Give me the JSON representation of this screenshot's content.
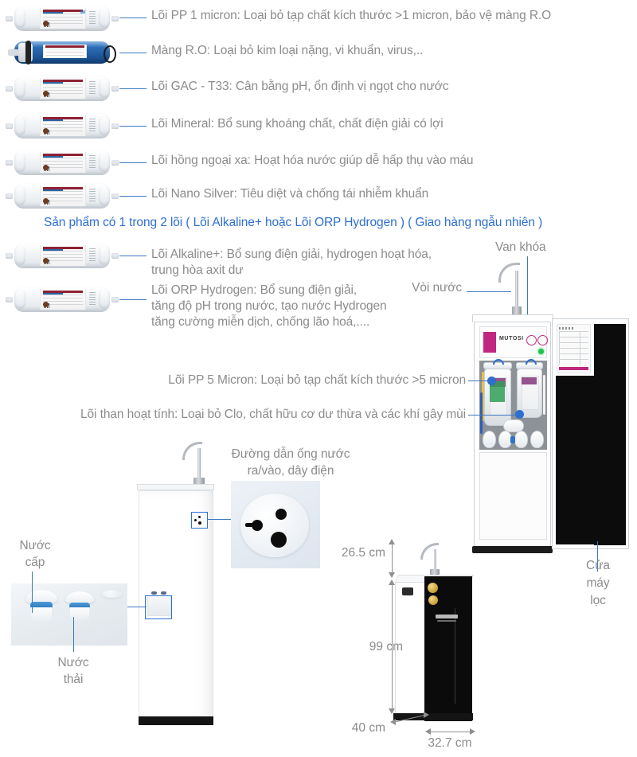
{
  "meta": {
    "brand": "MUTOSI",
    "accent_blue": "#2f6fd0",
    "leader_blue": "#3a79c4",
    "text_gray": "#8c8c8c"
  },
  "filters": [
    {
      "id": "pp1",
      "text": "Lõi PP 1 micron: Loại bỏ tạp chất kích thước >1 micron, bảo vệ màng R.O"
    },
    {
      "id": "ro",
      "text": "Màng R.O: Loại bỏ kim loại nặng, vi khuẩn, virus,.."
    },
    {
      "id": "gac-t33",
      "text": "Lõi GAC - T33: Cân bằng pH, ổn định vị ngọt cho nước"
    },
    {
      "id": "mineral",
      "text": "Lõi Mineral: Bổ sung khoáng chất, chất điện giải có lợi"
    },
    {
      "id": "far-infrared",
      "text": "Lõi hồng ngoại xa: Hoạt hóa nước giúp dễ hấp thụ vào máu"
    },
    {
      "id": "nano-silver",
      "text": "Lõi Nano Silver: Tiêu diệt và chống tái nhiễm khuẩn"
    }
  ],
  "notice": "Sản phẩm có 1 trong 2 lõi ( Lõi Alkaline+ hoặc Lõi ORP Hydrogen ) ( Giao hàng ngẫu nhiên )",
  "optional_filters": [
    {
      "id": "alkaline-plus",
      "text": "Lõi Alkaline+: Bổ sung điện giải, hydrogen hoạt hóa,\ntrung hòa axit dư"
    },
    {
      "id": "orp-hydrogen",
      "text": "Lõi ORP Hydrogen: Bổ sung điện giải,\ntăng độ pH trong nước, tạo nước Hydrogen\ntăng cường miễn dịch, chống lão hoá,...."
    }
  ],
  "machine_callouts": {
    "pp5": "Lõi PP 5 Micron: Loại bỏ tạp chất kích thước >5 micron",
    "carbon": "Lõi than hoạt tính: Loại bỏ Clo, chất hữu cơ dư thừa và các khí gây mùi",
    "valve": "Van khóa",
    "faucet": "Vòi nước",
    "door": "Cửa\nmáy\nlọc"
  },
  "bottom_callouts": {
    "pipe_route": "Đường dẫn ống nước\nra/vào, dây điện",
    "inlet_water": "Nước\ncấp",
    "waste_water": "Nước\nthải"
  },
  "dimensions": {
    "faucet_height": "26.5  cm",
    "body_height": "99 cm",
    "depth": "40 cm",
    "width": "32.7 cm"
  }
}
